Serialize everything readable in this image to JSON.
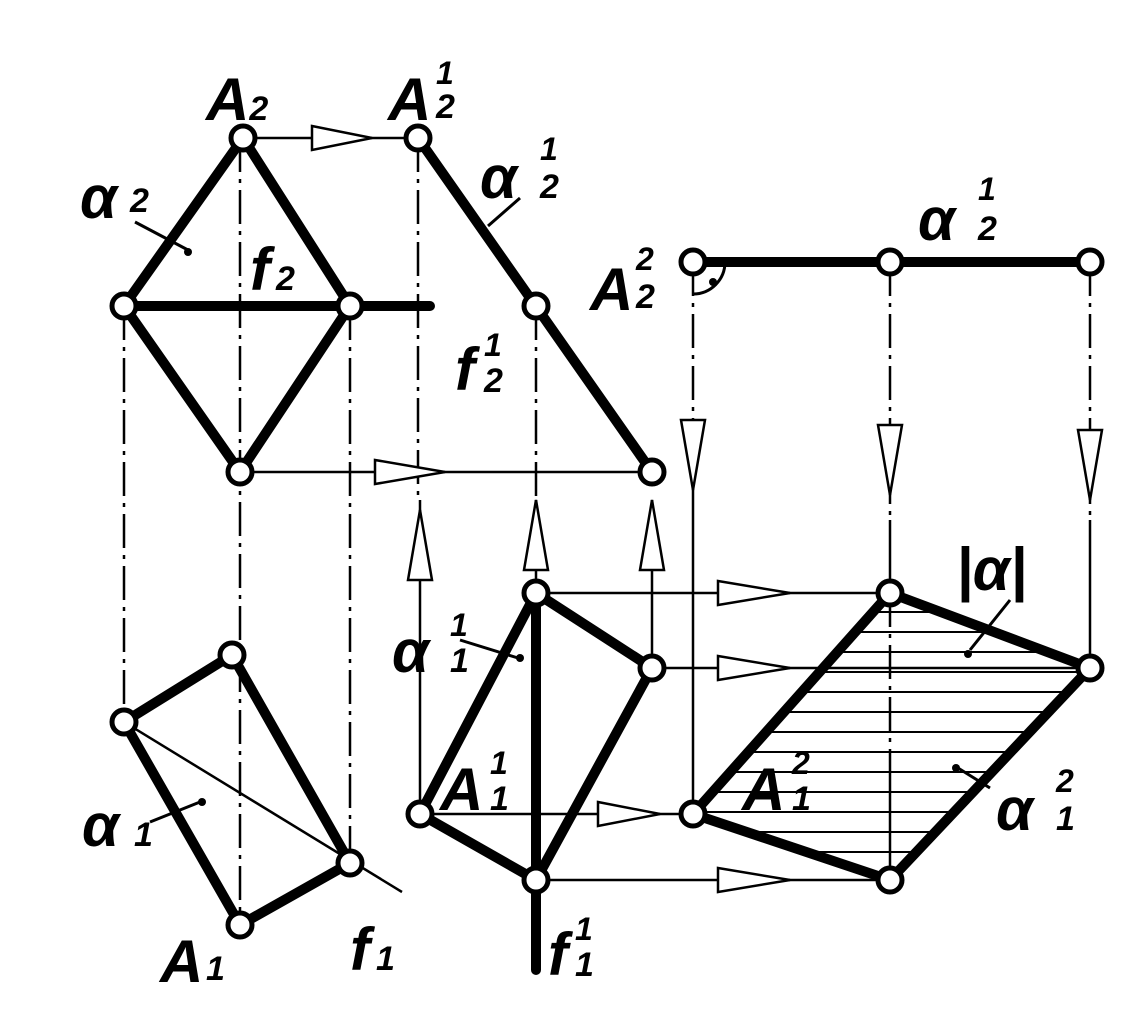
{
  "labels": {
    "A2": {
      "base": "A",
      "sub": "2",
      "sup": ""
    },
    "A2_1": {
      "base": "A",
      "sub": "2",
      "sup": "1"
    },
    "alpha2": {
      "base": "α",
      "sub": "2",
      "sup": ""
    },
    "alpha2_1_left": {
      "base": "α",
      "sub": "2",
      "sup": "1"
    },
    "alpha2_1_right": {
      "base": "α",
      "sub": "2",
      "sup": "1"
    },
    "A2_2": {
      "base": "A",
      "sub": "2",
      "sup": "2"
    },
    "f2": {
      "base": "f",
      "sub": "2",
      "sup": ""
    },
    "f2_1": {
      "base": "f",
      "sub": "2",
      "sup": "1"
    },
    "alpha_true": {
      "base": "|α|",
      "sub": "",
      "sup": ""
    },
    "alpha1_1": {
      "base": "α",
      "sub": "1",
      "sup": "1"
    },
    "A1_1": {
      "base": "A",
      "sub": "1",
      "sup": "1"
    },
    "A1_2": {
      "base": "A",
      "sub": "1",
      "sup": "2"
    },
    "alpha1_2": {
      "base": "α",
      "sub": "1",
      "sup": "2"
    },
    "alpha1": {
      "base": "α",
      "sub": "1",
      "sup": ""
    },
    "A1": {
      "base": "A",
      "sub": "1",
      "sup": ""
    },
    "f1": {
      "base": "f",
      "sub": "1",
      "sup": ""
    },
    "f1_1": {
      "base": "f",
      "sub": "1",
      "sup": "1"
    }
  }
}
